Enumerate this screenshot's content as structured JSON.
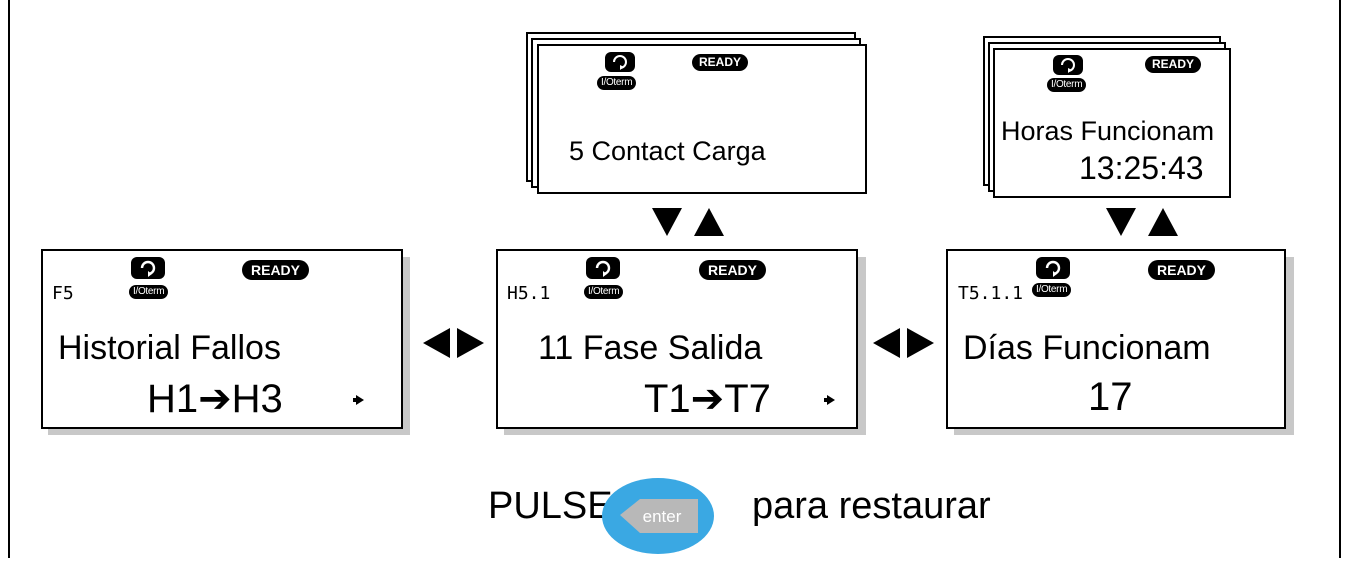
{
  "labels": {
    "ready": "READY",
    "ioterm": "I/Oterm"
  },
  "panels": {
    "fault_history": {
      "code": "F5",
      "line1": "Historial Fallos",
      "line2": "H1➔H3"
    },
    "fault": {
      "code": "H5.1",
      "line1": "11 Fase Salida",
      "line2": "T1➔T7"
    },
    "fault_time": {
      "code": "T5.1.1",
      "line1": "Días Funcionam",
      "line2": "17"
    },
    "stack_fault": {
      "line1": "5 Contact Carga"
    },
    "stack_time": {
      "line1": "Horas Funcionam",
      "line2": "13:25:43"
    }
  },
  "footer": {
    "prefix": "PULSE",
    "button_label": "enter",
    "suffix": "para restaurar"
  },
  "colors": {
    "enter_button": "#3aa8e3",
    "enter_arrow": "#b8b8b8",
    "shadow": "#c8c8c8"
  }
}
